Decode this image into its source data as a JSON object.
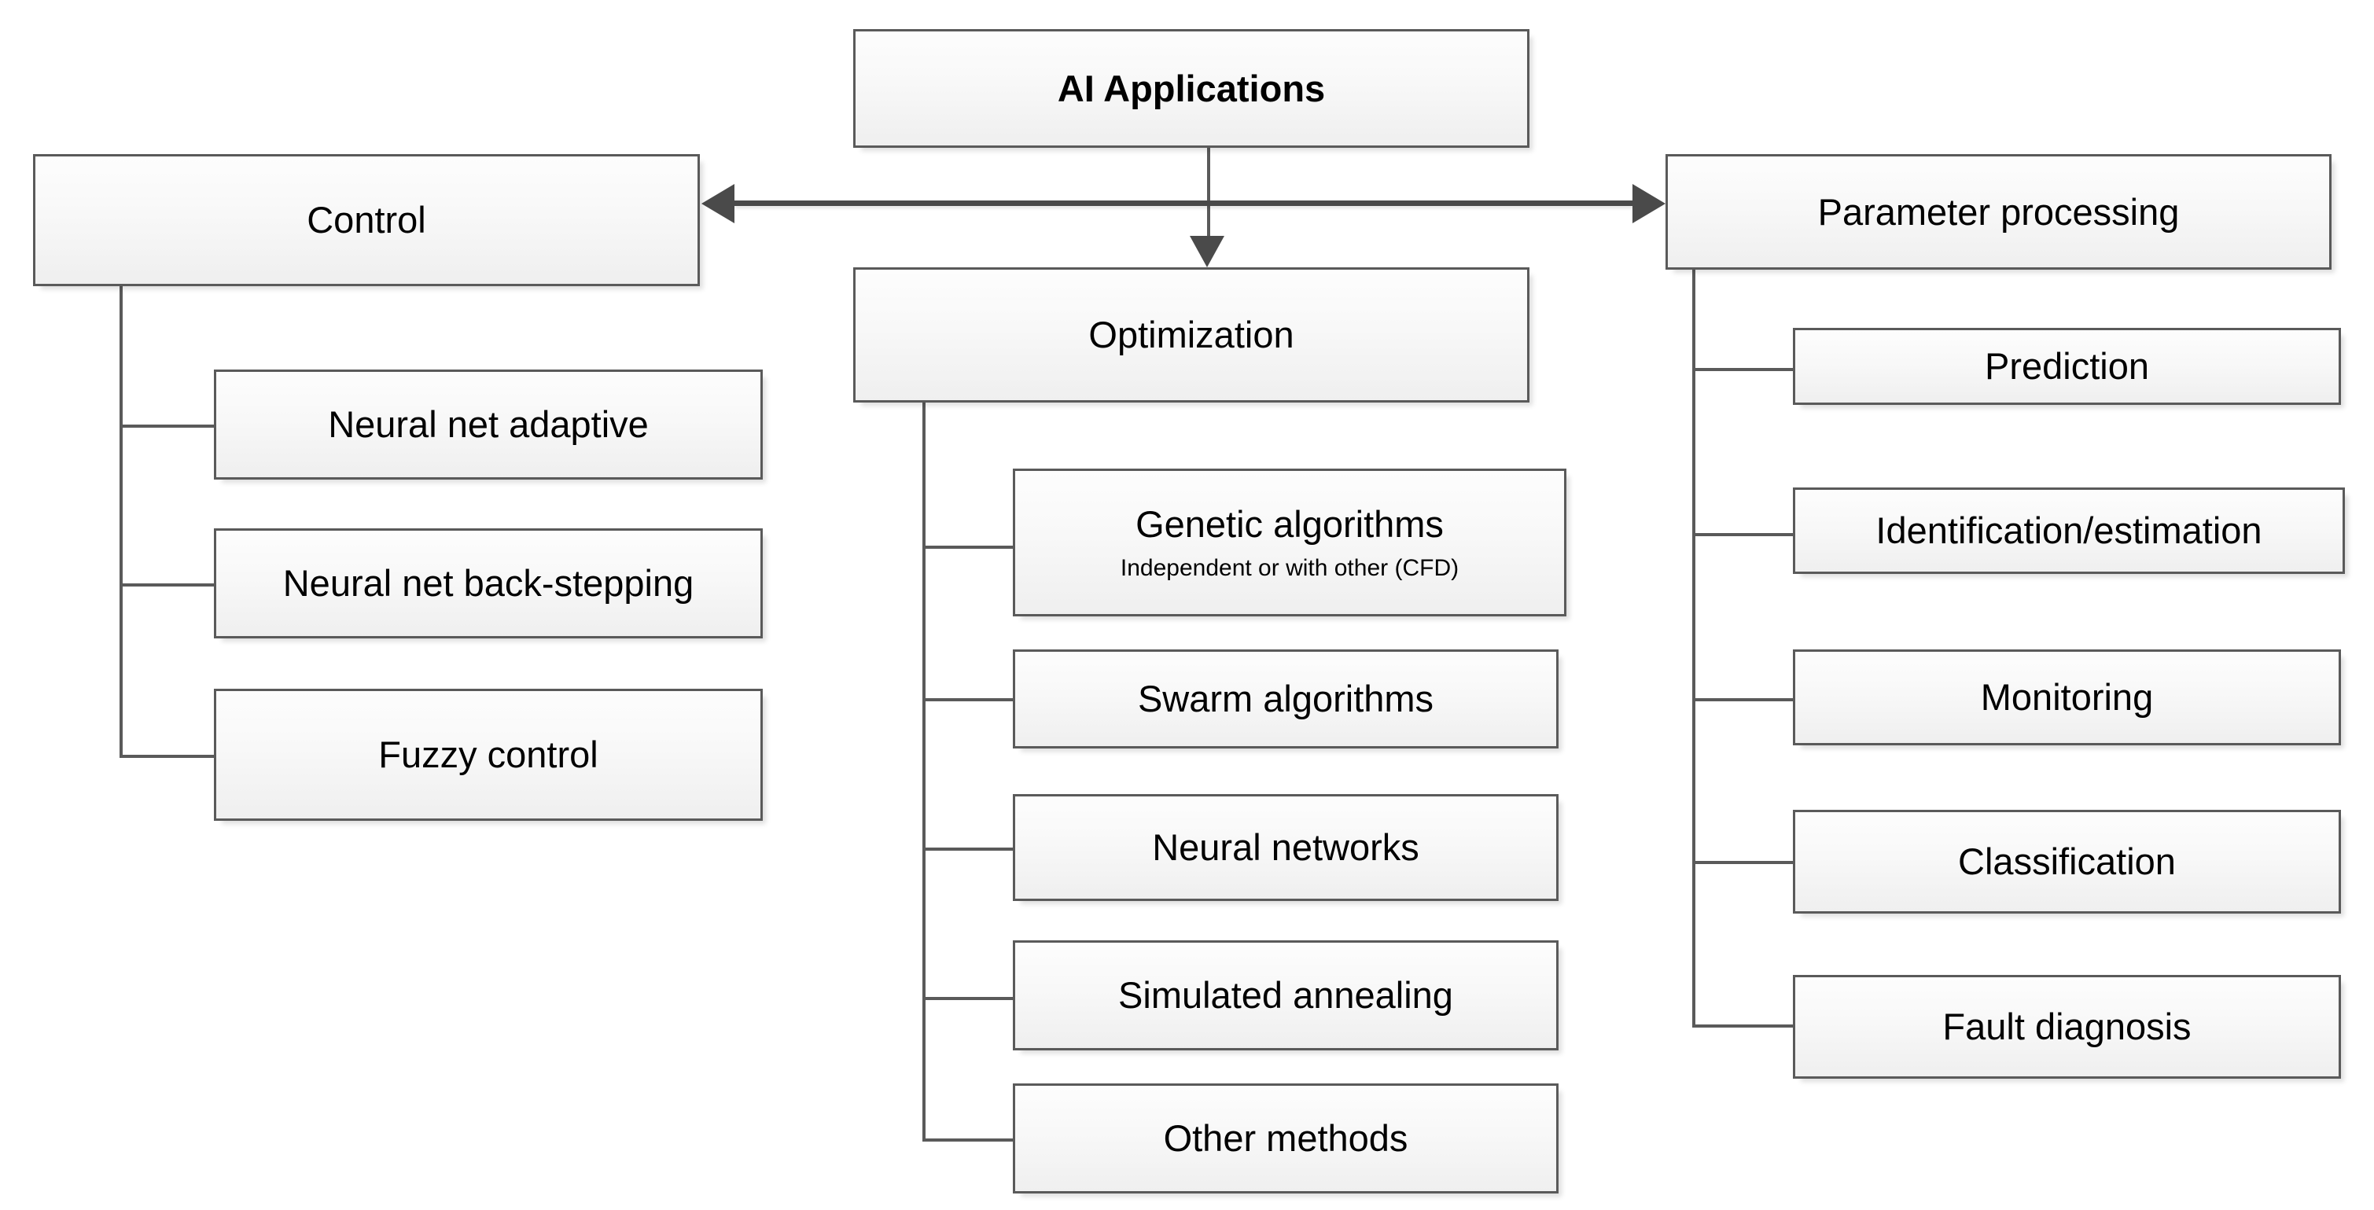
{
  "diagram": {
    "title": "AI Applications",
    "root": {
      "label": "AI Applications"
    },
    "branches": [
      {
        "id": "control",
        "label": "Control",
        "children": [
          {
            "label": "Neural net adaptive"
          },
          {
            "label": "Neural net back-stepping"
          },
          {
            "label": "Fuzzy control"
          }
        ]
      },
      {
        "id": "optimization",
        "label": "Optimization",
        "children": [
          {
            "label": "Genetic algorithms",
            "subtitle": "Independent or with other (CFD)"
          },
          {
            "label": "Swarm algorithms"
          },
          {
            "label": "Neural networks"
          },
          {
            "label": "Simulated annealing"
          },
          {
            "label": "Other methods"
          }
        ]
      },
      {
        "id": "parameter-processing",
        "label": "Parameter processing",
        "children": [
          {
            "label": "Prediction"
          },
          {
            "label": "Identification/estimation"
          },
          {
            "label": "Monitoring"
          },
          {
            "label": "Classification"
          },
          {
            "label": "Fault diagnosis"
          }
        ]
      }
    ],
    "colors": {
      "box_border": "#5a5a5a",
      "box_fill_top": "#fdfdfd",
      "box_fill_bottom": "#efefef",
      "connector": "#5a5a5a",
      "arrow": "#4a4a4a",
      "text": "#000000",
      "background": "#ffffff"
    }
  }
}
